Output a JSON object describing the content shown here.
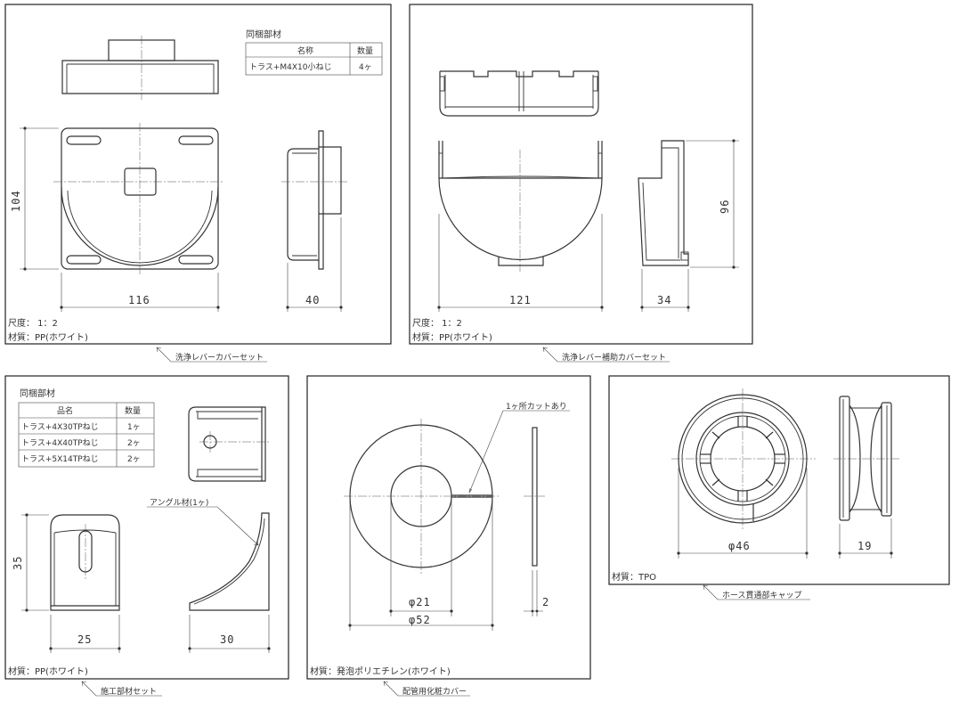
{
  "panel_a": {
    "parts_title": "同梱部材",
    "table_header_name": "名称",
    "table_header_qty": "数量",
    "rows": [
      {
        "name": "トラス+M4X10小ねじ",
        "qty": "4ヶ"
      }
    ],
    "dim_height": "104",
    "dim_width": "116",
    "dim_depth": "40",
    "scale": "尺度： 1：2",
    "material": "材質：PP(ホワイト)",
    "callout": "洗浄レバーカバーセット"
  },
  "panel_b": {
    "dim_height": "96",
    "dim_width": "121",
    "dim_depth": "34",
    "scale": "尺度： 1：2",
    "material": "材質：PP(ホワイト)",
    "callout": "洗浄レバー補助カバーセット"
  },
  "panel_c": {
    "parts_title": "同梱部材",
    "table_header_name": "品名",
    "table_header_qty": "数量",
    "rows": [
      {
        "name": "トラス+4X30TPねじ",
        "qty": "1ヶ"
      },
      {
        "name": "トラス+4X40TPねじ",
        "qty": "2ヶ"
      },
      {
        "name": "トラス+5X14TPねじ",
        "qty": "2ヶ"
      }
    ],
    "angle_label": "アングル材(1ヶ)",
    "dim_height": "35",
    "dim_width": "25",
    "dim_depth": "30",
    "material": "材質：PP(ホワイト)",
    "callout": "施工部材セット"
  },
  "panel_d": {
    "cut_label": "1ヶ所カットあり",
    "dim_inner": "φ21",
    "dim_outer": "φ52",
    "dim_thickness": "2",
    "material": "材質：発泡ポリエチレン(ホワイト)",
    "callout": "配管用化粧カバー"
  },
  "panel_e": {
    "dim_diameter": "φ46",
    "dim_width": "19",
    "material": "材質：TPO",
    "callout": "ホース貫通部キャップ"
  }
}
